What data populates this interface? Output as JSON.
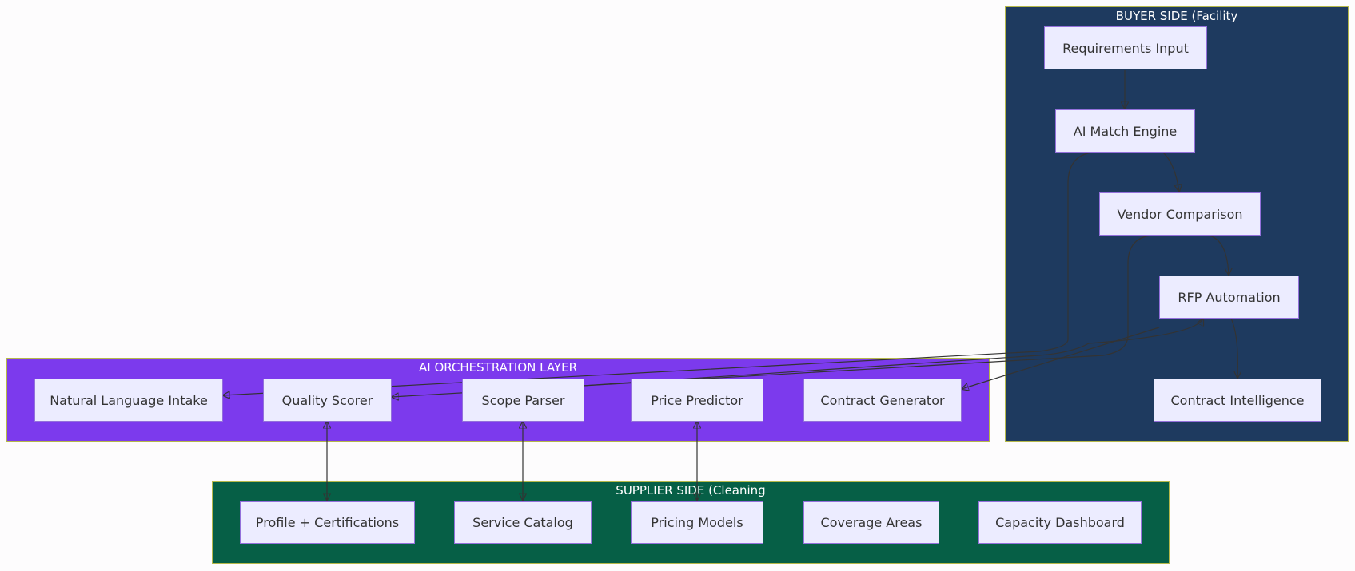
{
  "colors": {
    "buyer_bg": "#1e3a5f",
    "ai_bg": "#7c3aed",
    "supplier_bg": "#065f46",
    "node_bg": "#ececff",
    "node_border": "#9370db",
    "edge": "#333333"
  },
  "clusters": {
    "buyer": {
      "title": "BUYER SIDE (Facility"
    },
    "ai": {
      "title": "AI ORCHESTRATION LAYER"
    },
    "supplier": {
      "title": "SUPPLIER SIDE (Cleaning"
    }
  },
  "nodes": {
    "requirements_input": "Requirements Input",
    "ai_match_engine": "AI Match Engine",
    "vendor_comparison": "Vendor Comparison",
    "rfp_automation": "RFP Automation",
    "contract_intelligence": "Contract Intelligence",
    "natural_language_intake": "Natural Language Intake",
    "quality_scorer": "Quality Scorer",
    "scope_parser": "Scope Parser",
    "price_predictor": "Price Predictor",
    "contract_generator": "Contract Generator",
    "profile_certifications": "Profile + Certifications",
    "service_catalog": "Service Catalog",
    "pricing_models": "Pricing Models",
    "coverage_areas": "Coverage Areas",
    "capacity_dashboard": "Capacity Dashboard"
  },
  "edges": [
    {
      "from": "requirements_input",
      "to": "ai_match_engine"
    },
    {
      "from": "ai_match_engine",
      "to": "vendor_comparison"
    },
    {
      "from": "vendor_comparison",
      "to": "rfp_automation"
    },
    {
      "from": "rfp_automation",
      "to": "contract_intelligence"
    },
    {
      "from": "ai_match_engine",
      "to": "natural_language_intake"
    },
    {
      "from": "vendor_comparison",
      "to": "quality_scorer"
    },
    {
      "from": "scope_parser",
      "to": "rfp_automation"
    },
    {
      "from": "rfp_automation",
      "to": "contract_generator"
    },
    {
      "from": "quality_scorer",
      "to": "profile_certifications",
      "bidirectional": true
    },
    {
      "from": "scope_parser",
      "to": "service_catalog",
      "bidirectional": true
    },
    {
      "from": "price_predictor",
      "to": "pricing_models",
      "bidirectional": true
    }
  ]
}
